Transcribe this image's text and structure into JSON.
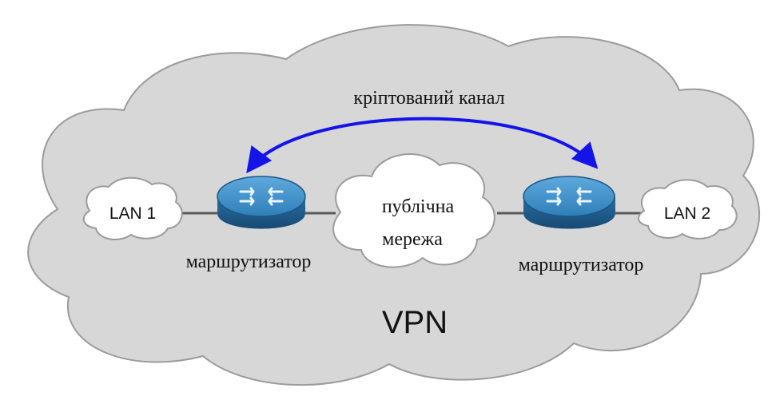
{
  "diagram": {
    "network_label": "VPN",
    "encrypted_channel_label": "кріптований канал",
    "public_network": {
      "line1": "публічна",
      "line2": "мережа"
    },
    "lans": {
      "left": "LAN 1",
      "right": "LAN 2"
    },
    "routers": {
      "left_label": "маршрутизатор",
      "right_label": "маршрутизатор"
    },
    "colors": {
      "outer_cloud_fill": "#d7d7d7",
      "cloud_stroke": "#9b9b9b",
      "inner_cloud_fill": "#ffffff",
      "arrow": "#1414e8",
      "router_top": "#2f7fb8",
      "router_body": "#1f5f91",
      "connector": "#5a5a5a"
    }
  }
}
